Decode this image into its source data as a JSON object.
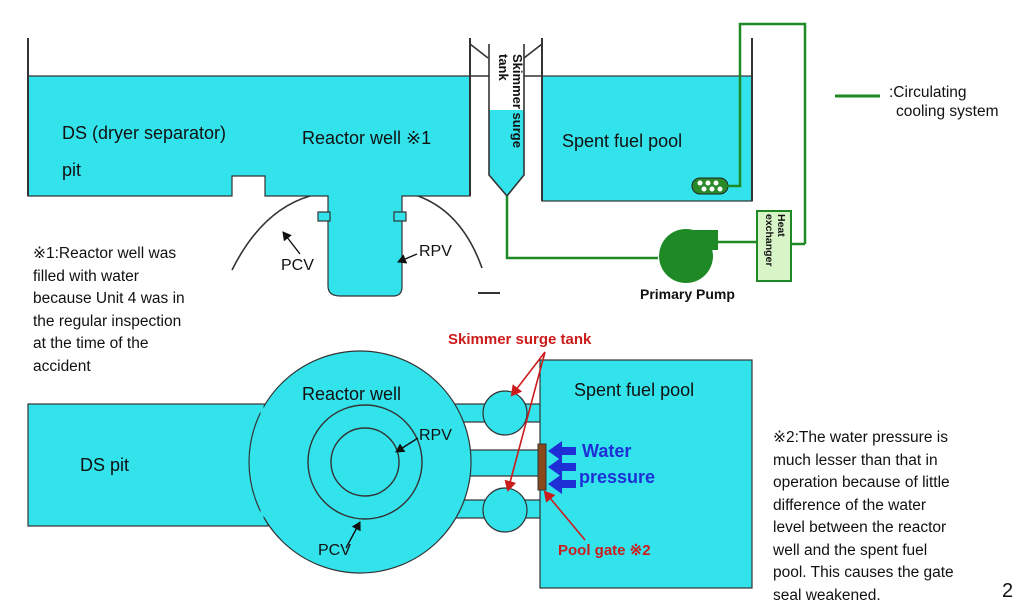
{
  "colors": {
    "water": "#33e3ec",
    "pipe": "#1f8a25",
    "arrow_red": "#cc1b1b",
    "arrow_blue": "#1e2fd6",
    "gate": "#8a4a1c"
  },
  "top": {
    "ds_pit_line1": "DS (dryer separator)",
    "ds_pit_line2": "pit",
    "reactor_well": "Reactor well ※1",
    "skimmer_surge_tank": "Skimmer surge tank",
    "spent_fuel_pool": "Spent fuel pool",
    "legend_line1": ":Circulating",
    "legend_line2": "cooling system",
    "pcv": "PCV",
    "rpv": "RPV",
    "heat_exchanger": "Heat exchanger",
    "primary_pump": "Primary Pump"
  },
  "note1": {
    "lines": [
      "※1:Reactor well was",
      "filled with water",
      "because Unit 4 was in",
      "the regular inspection",
      "at the time of the",
      "accident"
    ]
  },
  "bottom": {
    "skimmer_surge_tank": "Skimmer surge tank",
    "reactor_well": "Reactor well",
    "spent_fuel_pool": "Spent fuel pool",
    "ds_pit": "DS pit",
    "rpv": "RPV",
    "pcv": "PCV",
    "water": "Water",
    "pressure": "pressure",
    "pool_gate": "Pool gate ※2"
  },
  "note2": {
    "lines": [
      "※2:The water pressure is",
      "much lesser than that in",
      "operation because of little",
      "difference of the water",
      "level between the reactor",
      "well and the spent fuel",
      "pool. This causes the gate",
      "seal weakened."
    ]
  },
  "page_number": "2"
}
